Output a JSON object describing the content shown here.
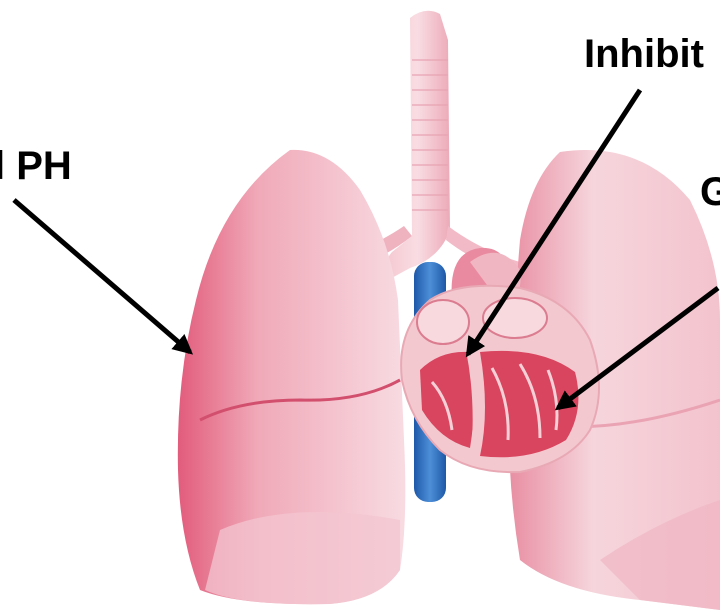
{
  "labels": {
    "left": "l PH",
    "top_right": "Inhibit",
    "right": "G"
  },
  "colors": {
    "lung_light": "#f6d3db",
    "lung_mid": "#eeaab9",
    "lung_dark": "#e0607e",
    "trachea": "#f1b4c1",
    "vena_cava": "#2e6fc0",
    "heart_muscle": "#d9445f",
    "heart_wall": "#f3c9cf",
    "arrow": "#000000"
  }
}
